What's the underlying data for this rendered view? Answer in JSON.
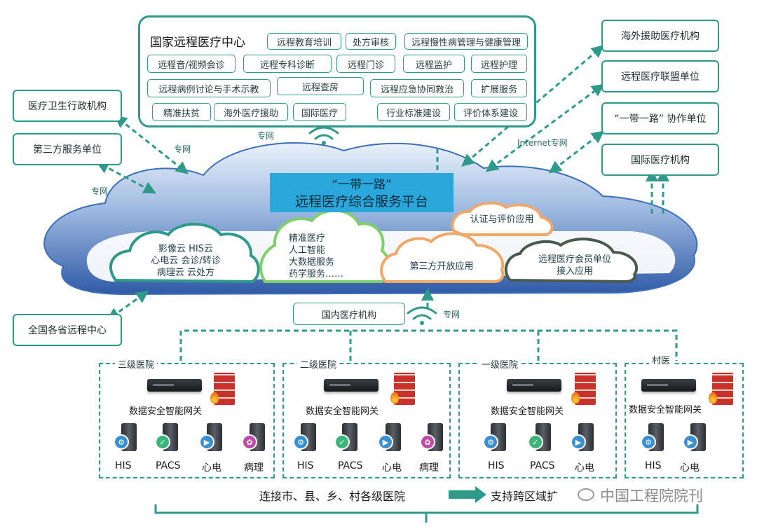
{
  "center": {
    "title": "国家远程医疗中心",
    "services": [
      "远程教育培训",
      "处方审核",
      "远程慢性病管理与健康管理",
      "远程音/视频会诊",
      "远程专科诊断",
      "远程门诊",
      "远程监护",
      "远程护理",
      "远程病例讨论与手术示教",
      "远程查房",
      "远程应急协同救治",
      "扩展服务",
      "精准扶贫",
      "海外医疗援助",
      "国际医疗",
      "行业标准建设",
      "评价体系建设"
    ]
  },
  "left_boxes": [
    "医疗卫生行政机构",
    "第三方服务单位",
    "全国各省远程中心"
  ],
  "right_boxes": [
    "海外援助医疗机构",
    "远程医疗联盟单位",
    "“一带一路” 协作单位",
    "国际医疗机构"
  ],
  "network_labels": {
    "private": "专网",
    "internet": "Internet专网"
  },
  "platform": {
    "line1": "“一带一路”",
    "line2": "远程医疗综合服务平台"
  },
  "sub_clouds": {
    "cloud1": [
      "影像云  HIS云",
      "心电云  会诊/转诊",
      "病理云   云处方"
    ],
    "cloud2": [
      "精准医疗",
      "人工智能",
      "大数据服务",
      "药学服务……"
    ],
    "cert": "认证与评价应用",
    "third": "第三方开放应用",
    "member": [
      "远程医疗会员单位",
      "接入应用"
    ]
  },
  "domestic": "国内医疗机构",
  "hospitals": [
    {
      "title": "三级医院",
      "systems": [
        "HIS",
        "PACS",
        "心电",
        "病理"
      ]
    },
    {
      "title": "二级医院",
      "systems": [
        "HIS",
        "PACS",
        "心电",
        "病理"
      ]
    },
    {
      "title": "一级医院",
      "systems": [
        "HIS",
        "PACS",
        "心电"
      ]
    },
    {
      "title": "村医",
      "systems": [
        "HIS",
        "心电"
      ]
    }
  ],
  "gateway_label": "数据安全智能网关",
  "bottom": {
    "left": "连接市、县、乡、村各级医院",
    "right": "支持跨区域扩"
  },
  "watermark": "中国工程院院刊",
  "colors": {
    "teal": "#2f9a8a",
    "platform_blue": "#2aa8dc",
    "cloud_blue": "#3f6fb7"
  }
}
